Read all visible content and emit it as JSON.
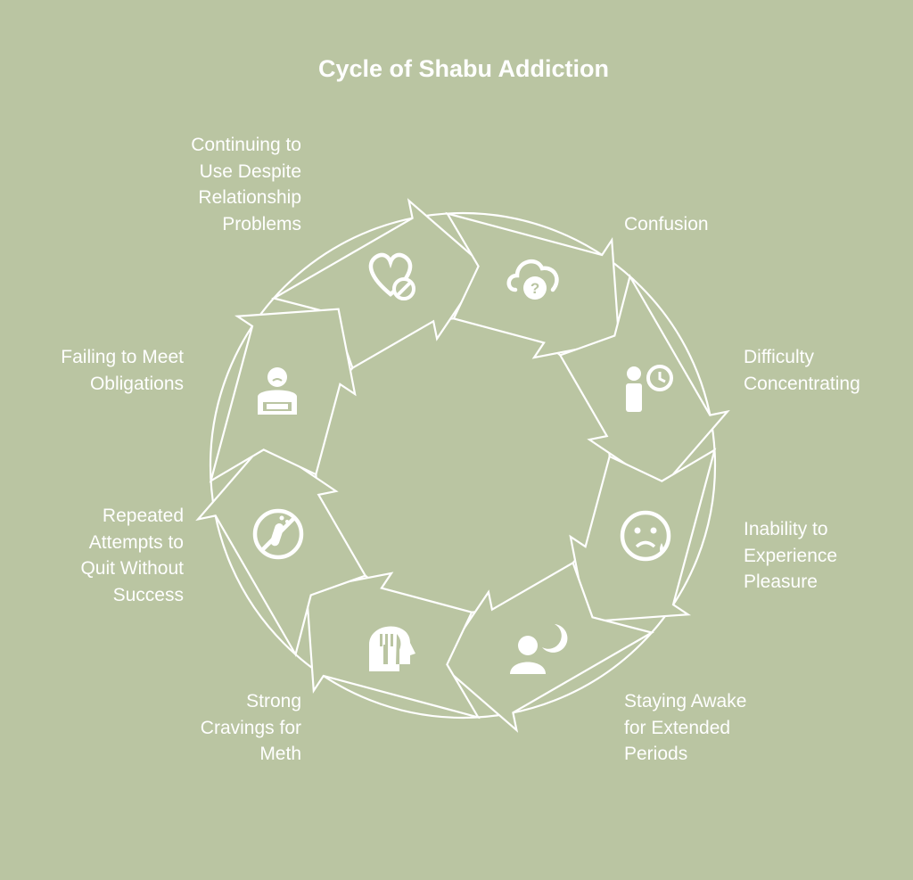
{
  "title": "Cycle of Shabu Addiction",
  "steps": [
    {
      "icon": "broken-heart-icon",
      "lines": [
        "Continuing to",
        "Use Despite",
        "Relationship",
        "Problems"
      ]
    },
    {
      "icon": "cloud-question-icon",
      "lines": [
        "Confusion"
      ]
    },
    {
      "icon": "person-clock-icon",
      "lines": [
        "Difficulty",
        "Concentrating"
      ]
    },
    {
      "icon": "sad-face-icon",
      "lines": [
        "Inability to",
        "Experience",
        "Pleasure"
      ]
    },
    {
      "icon": "person-moon-icon",
      "lines": [
        "Staying Awake",
        "for Extended",
        "Periods"
      ]
    },
    {
      "icon": "head-fork-knife-icon",
      "lines": [
        "Strong",
        "Cravings for",
        "Meth"
      ]
    },
    {
      "icon": "no-drugs-icon",
      "lines": [
        "Repeated",
        "Attempts to",
        "Quit Without",
        "Success"
      ]
    },
    {
      "icon": "sad-person-desk-icon",
      "lines": [
        "Failing to Meet",
        "Obligations"
      ]
    }
  ]
}
